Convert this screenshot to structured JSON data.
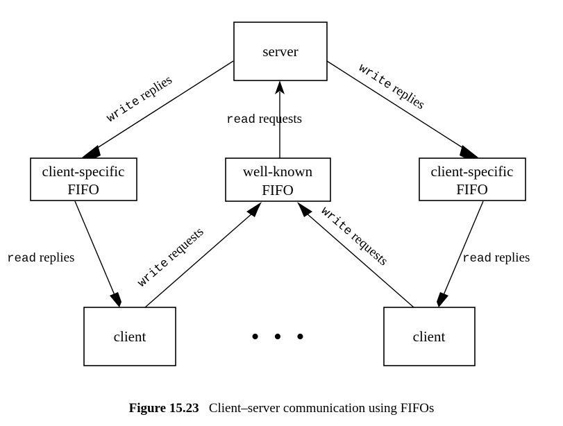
{
  "figure": {
    "caption_label": "Figure 15.23",
    "caption_text": "Client–server communication using FIFOs",
    "background_color": "#ffffff",
    "line_color": "#000000"
  },
  "nodes": {
    "server": {
      "label": "server"
    },
    "left_fifo": {
      "line1": "client-specific",
      "line2": "FIFO"
    },
    "center_fifo": {
      "line1": "well-known",
      "line2": "FIFO"
    },
    "right_fifo": {
      "line1": "client-specific",
      "line2": "FIFO"
    },
    "left_client": {
      "label": "client"
    },
    "right_client": {
      "label": "client"
    },
    "ellipsis": {
      "label": "• • •"
    }
  },
  "edges": {
    "server_to_left_fifo": {
      "mono": "write",
      "serif": "replies"
    },
    "server_to_right_fifo": {
      "mono": "write",
      "serif": "replies"
    },
    "center_fifo_to_server": {
      "mono": "read",
      "serif": "requests"
    },
    "left_fifo_to_left_client": {
      "mono": "read",
      "serif": "replies"
    },
    "right_fifo_to_right_client": {
      "mono": "read",
      "serif": "replies"
    },
    "left_client_to_center_fifo": {
      "mono": "write",
      "serif": "requests"
    },
    "right_client_to_center_fifo": {
      "mono": "write",
      "serif": "requests"
    }
  }
}
